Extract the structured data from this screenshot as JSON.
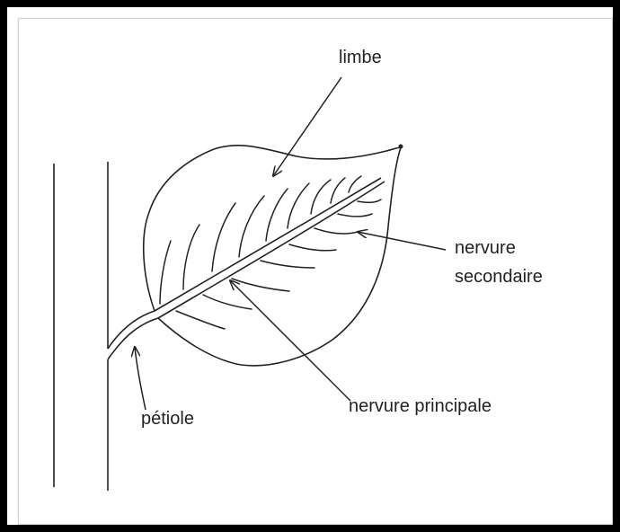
{
  "diagram": {
    "labels": {
      "limbe": "limbe",
      "nervure_secondaire_line1": "nervure",
      "nervure_secondaire_line2": "secondaire",
      "nervure_principale": "nervure principale",
      "petiole": "pétiole"
    },
    "colors": {
      "ink": "#222222",
      "frame": "#000000",
      "background": "#ffffff"
    }
  }
}
